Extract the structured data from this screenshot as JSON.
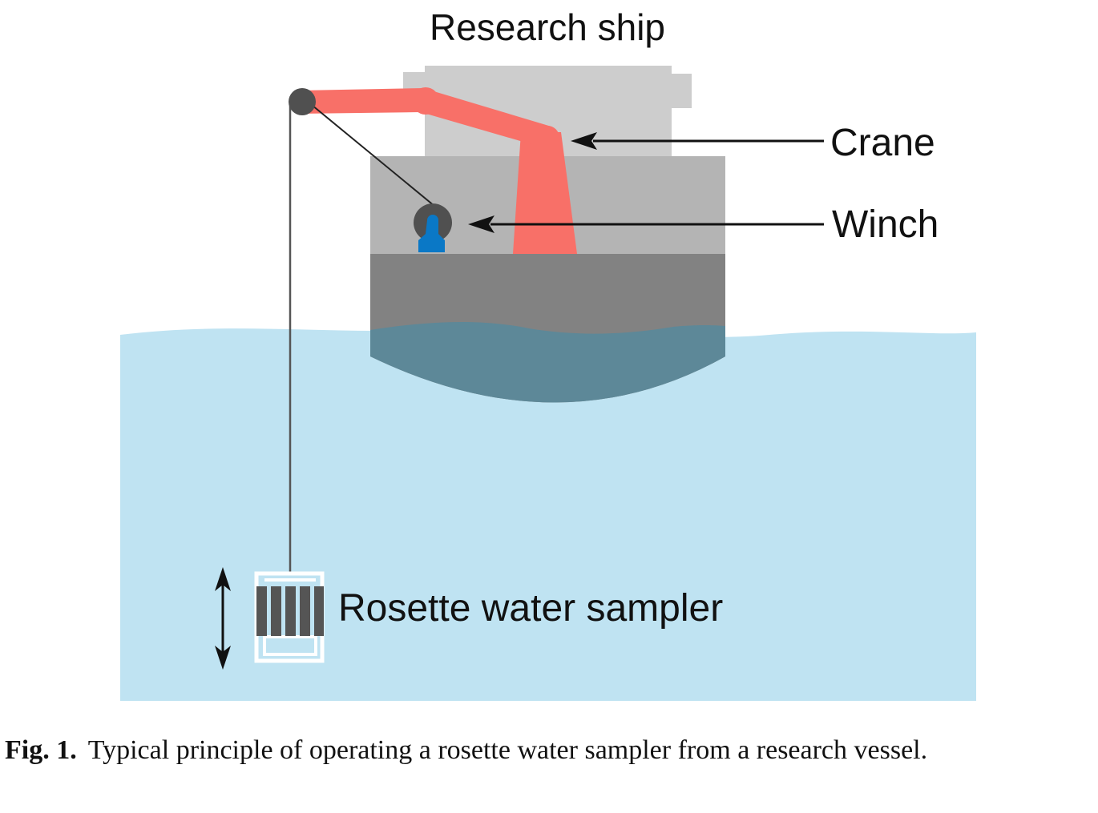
{
  "labels": {
    "title": "Research ship",
    "crane": "Crane",
    "winch": "Winch",
    "sampler": "Rosette water sampler"
  },
  "caption": {
    "figure_number": "Fig. 1.",
    "text": "Typical principle of operating a rosette water sampler from a research vessel."
  },
  "colors": {
    "water": "#bfe3f2",
    "submerged_hull": "#5d8898",
    "hull": "#828282",
    "deck": "#b4b4b4",
    "superstructure": "#cdcdcd",
    "crane": "#f87068",
    "winch": "#505050",
    "operator": "#0a78c6",
    "sampler_bottles": "#555555"
  }
}
